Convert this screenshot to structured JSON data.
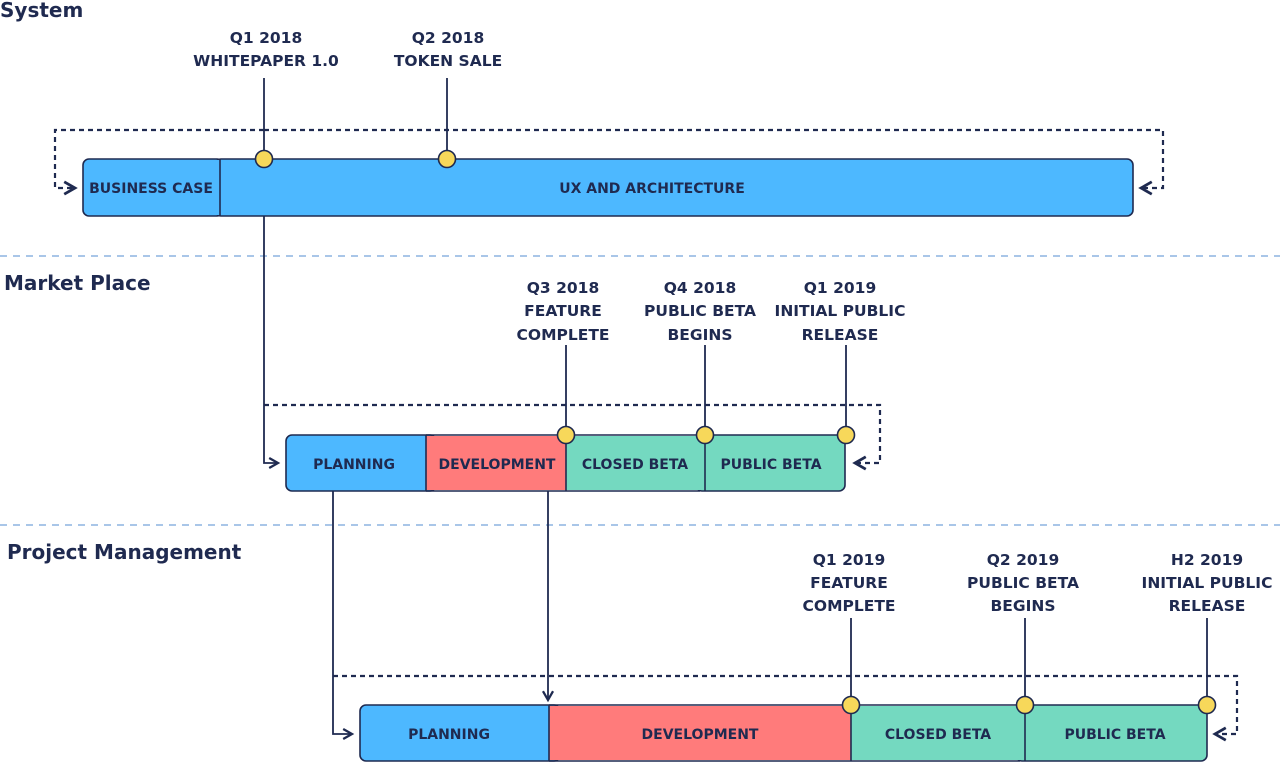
{
  "sections": [
    {
      "title": "System",
      "phases": [
        {
          "label": "BUSINESS CASE",
          "color": "#4db8ff"
        },
        {
          "label": "UX AND ARCHITECTURE",
          "color": "#4db8ff"
        }
      ],
      "milestones": [
        {
          "period": "Q1 2018",
          "lines": [
            "WHITEPAPER 1.0"
          ]
        },
        {
          "period": "Q2 2018",
          "lines": [
            "TOKEN SALE"
          ]
        }
      ]
    },
    {
      "title": "Market Place",
      "phases": [
        {
          "label": "PLANNING",
          "color": "#4db8ff"
        },
        {
          "label": "DEVELOPMENT",
          "color": "#ff7b7b"
        },
        {
          "label": "CLOSED BETA",
          "color": "#74d9c0"
        },
        {
          "label": "PUBLIC BETA",
          "color": "#74d9c0"
        }
      ],
      "milestones": [
        {
          "period": "Q3 2018",
          "lines": [
            "FEATURE",
            "COMPLETE"
          ]
        },
        {
          "period": "Q4 2018",
          "lines": [
            "PUBLIC BETA",
            "BEGINS"
          ]
        },
        {
          "period": "Q1 2019",
          "lines": [
            "INITIAL PUBLIC",
            "RELEASE"
          ]
        }
      ]
    },
    {
      "title": "Project Management",
      "phases": [
        {
          "label": "PLANNING",
          "color": "#4db8ff"
        },
        {
          "label": "DEVELOPMENT",
          "color": "#ff7b7b"
        },
        {
          "label": "CLOSED BETA",
          "color": "#74d9c0"
        },
        {
          "label": "PUBLIC BETA",
          "color": "#74d9c0"
        }
      ],
      "milestones": [
        {
          "period": "Q1 2019",
          "lines": [
            "FEATURE",
            "COMPLETE"
          ]
        },
        {
          "period": "Q2 2019",
          "lines": [
            "PUBLIC BETA",
            "BEGINS"
          ]
        },
        {
          "period": "H2 2019",
          "lines": [
            "INITIAL PUBLIC",
            "RELEASE"
          ]
        }
      ]
    }
  ],
  "colors": {
    "ink": "#1f2a50",
    "divider": "#a9c6e8",
    "milestone_dot": "#f7d85a"
  }
}
